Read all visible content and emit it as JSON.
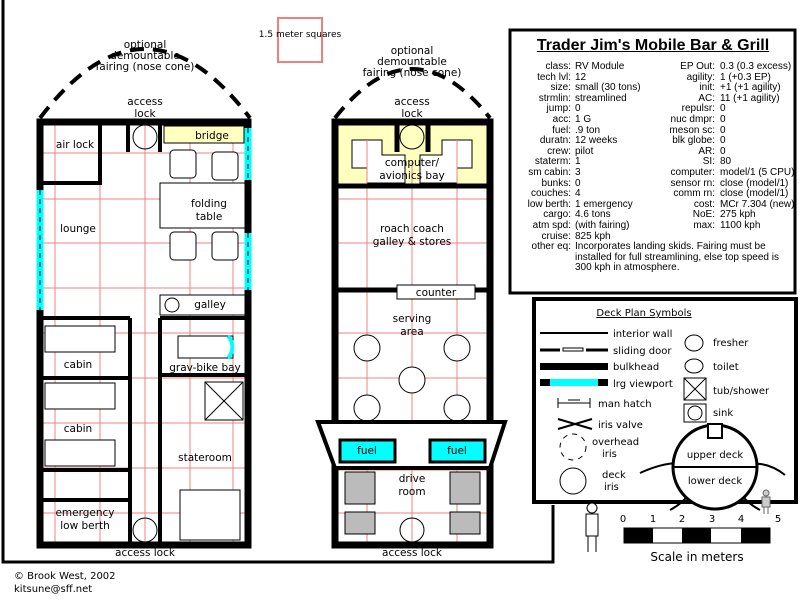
{
  "title": "Trader Jim's Mobile Bar & Grill",
  "grid_note": "1.5 meter squares",
  "stats_left": [
    {
      "k": "class:",
      "v": "RV Module"
    },
    {
      "k": "tech lvl:",
      "v": "12"
    },
    {
      "k": "size:",
      "v": "small (30 tons)"
    },
    {
      "k": "strmlin:",
      "v": "streamlined"
    },
    {
      "k": "jump:",
      "v": "0"
    },
    {
      "k": "acc:",
      "v": "1 G"
    },
    {
      "k": "fuel:",
      "v": ".9 ton"
    },
    {
      "k": "duratn:",
      "v": "12 weeks"
    },
    {
      "k": "crew:",
      "v": "pilot"
    },
    {
      "k": "staterm:",
      "v": "1"
    },
    {
      "k": "sm cabin:",
      "v": "3"
    },
    {
      "k": "bunks:",
      "v": "0"
    },
    {
      "k": "couches:",
      "v": "4"
    },
    {
      "k": "low berth:",
      "v": "1 emergency"
    },
    {
      "k": "cargo:",
      "v": "4.6 tons"
    },
    {
      "k": "atm spd:",
      "v": "(with fairing)"
    },
    {
      "k": "cruise:",
      "v": "825 kph"
    }
  ],
  "stats_right": [
    {
      "k": "EP Out:",
      "v": "0.3 (0.3 excess)"
    },
    {
      "k": "agility:",
      "v": "1 (+0.3 EP)"
    },
    {
      "k": "init:",
      "v": "+1 (+1 agility)"
    },
    {
      "k": "AC:",
      "v": "11 (+1 agility)"
    },
    {
      "k": "repulsr:",
      "v": "0"
    },
    {
      "k": "nuc dmpr:",
      "v": "0"
    },
    {
      "k": "meson sc:",
      "v": "0"
    },
    {
      "k": "blk globe:",
      "v": "0"
    },
    {
      "k": "AR:",
      "v": "0"
    },
    {
      "k": "SI:",
      "v": "80"
    },
    {
      "k": "computer:",
      "v": "model/1 (5 CPU)"
    },
    {
      "k": "sensor rn:",
      "v": "close (model/1)"
    },
    {
      "k": "comm rn:",
      "v": "close (model/1)"
    },
    {
      "k": "cost:",
      "v": "MCr 7.304 (new)"
    },
    {
      "k": "NoE:",
      "v": "275 kph"
    },
    {
      "k": "max:",
      "v": "1100 kph"
    },
    {
      "k": "",
      "v": ""
    }
  ],
  "other_eq": {
    "k": "other eq:",
    "v": "Incorporates landing skids. Fairing must be installed for full streamlining, else top speed is 300 kph in atmosphere."
  },
  "upper_deck": {
    "fairing": [
      "optional",
      "demountable",
      "fairing (nose cone)"
    ],
    "access_lock_top": [
      "access",
      "lock"
    ],
    "air_lock": "air lock",
    "bridge": "bridge",
    "folding_table": [
      "folding",
      "table"
    ],
    "lounge": "lounge",
    "galley": "galley",
    "cabin1": "cabin",
    "cabin2": "cabin",
    "grav_bike": "grav-bike bay",
    "stateroom": "stateroom",
    "low_berth": [
      "emergency",
      "low berth"
    ],
    "access_lock_bottom": "access lock"
  },
  "lower_deck": {
    "fairing": [
      "optional",
      "demountable",
      "fairing (nose cone)"
    ],
    "access_lock_top": [
      "access",
      "lock"
    ],
    "computer": [
      "computer/",
      "avionics bay"
    ],
    "galley": [
      "roach coach",
      "galley & stores"
    ],
    "counter": "counter",
    "serving": [
      "serving",
      "area"
    ],
    "fuel_left": "fuel",
    "fuel_right": "fuel",
    "drive": [
      "drive",
      "room"
    ],
    "access_lock_bottom": "access lock"
  },
  "legend": {
    "title": "Deck Plan Symbols",
    "interior_wall": "interior wall",
    "sliding_door": "sliding door",
    "bulkhead": "bulkhead",
    "viewport": "lrg viewport",
    "man_hatch": "man hatch",
    "iris_valve": "iris valve",
    "overhead_iris": [
      "overhead",
      "iris"
    ],
    "deck_iris": [
      "deck",
      "iris"
    ],
    "fresher": "fresher",
    "toilet": "toilet",
    "tub": "tub/shower",
    "sink": "sink"
  },
  "section": {
    "upper": "upper deck",
    "lower": "lower deck"
  },
  "scale": {
    "ticks": [
      "0",
      "1",
      "2",
      "3",
      "4",
      "5"
    ],
    "label": "Scale in meters"
  },
  "credit": [
    "© Brook West, 2002",
    "kitsune@sff.net"
  ],
  "colors": {
    "grid": "#f08080",
    "viewport": "#00ffff",
    "yellow": "#ffffc0",
    "fuel": "#00ffff"
  }
}
